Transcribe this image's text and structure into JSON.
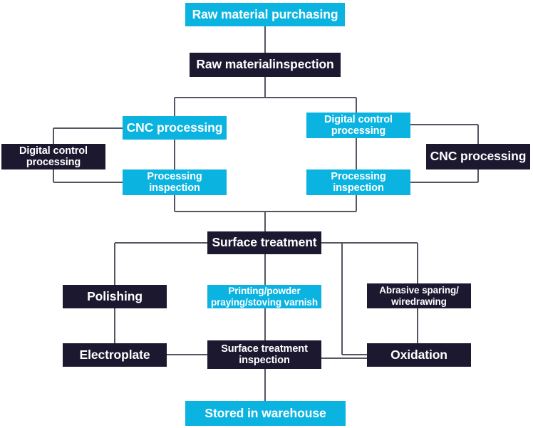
{
  "diagram": {
    "title": "Manufacturing process flowchart",
    "colors": {
      "cyan": "#0bb4e0",
      "dark": "#1b1830",
      "connector": "#565663",
      "background": "#ffffff",
      "text": "#ffffff"
    }
  },
  "nodes": {
    "raw_material_purchasing": "Raw material purchasing",
    "raw_material_inspection": "Raw materialinspection",
    "cnc_processing_left": "CNC processing",
    "digital_control_processing_left": "Digital control processing",
    "processing_inspection_left": "Processing inspection",
    "digital_control_processing_right": "Digital control processing",
    "cnc_processing_right": "CNC processing",
    "processing_inspection_right": "Processing inspection",
    "surface_treatment": "Surface treatment",
    "polishing": "Polishing",
    "printing_powder": "Printing/powder praying/stoving varnish",
    "abrasive_sparing": "Abrasive sparing/ wiredrawing",
    "electroplate": "Electroplate",
    "surface_treatment_inspection": "Surface treatment inspection",
    "oxidation": "Oxidation",
    "stored_in_warehouse": "Stored in warehouse"
  },
  "flow": {
    "steps_order": [
      "Raw material purchasing",
      "Raw materialinspection",
      "CNC processing / Digital control processing",
      "Processing inspection",
      "Surface treatment",
      "Polishing / Printing-powder / Abrasive sparing",
      "Electroplate / Surface treatment inspection / Oxidation",
      "Stored in warehouse"
    ]
  }
}
